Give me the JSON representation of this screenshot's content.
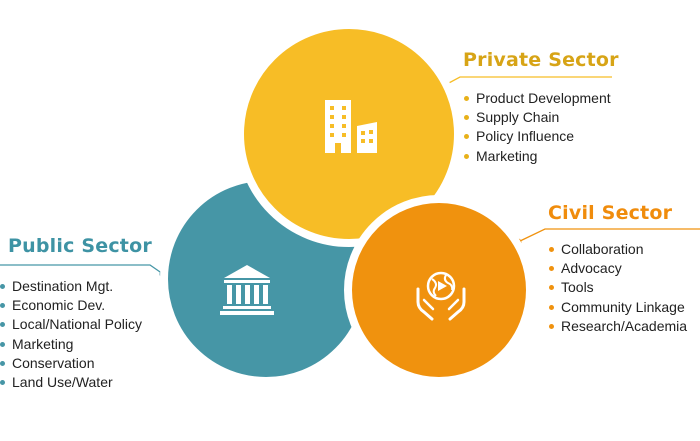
{
  "colors": {
    "private": "#F7BD26",
    "civil": "#F0920E",
    "public": "#4696A6",
    "private_heading": "#D7A416",
    "civil_heading": "#F08C0C",
    "public_heading": "#3E93A4",
    "private_bullet": "#E8B119",
    "civil_bullet": "#F0920E",
    "public_bullet": "#4696A6"
  },
  "sectors": {
    "private": {
      "title": "Private Sector",
      "icon": "building-icon",
      "items": [
        "Product Development",
        "Supply Chain",
        "Policy Influence",
        "Marketing"
      ]
    },
    "civil": {
      "title": "Civil Sector",
      "icon": "globe-hands-icon",
      "items": [
        "Collaboration",
        "Advocacy",
        "Tools",
        "Community Linkage",
        "Research/Academia"
      ]
    },
    "public": {
      "title": "Public Sector",
      "icon": "government-building-icon",
      "items": [
        "Destination Mgt.",
        "Economic Dev.",
        "Local/National Policy",
        "Marketing",
        "Conservation",
        "Land Use/Water"
      ]
    }
  }
}
